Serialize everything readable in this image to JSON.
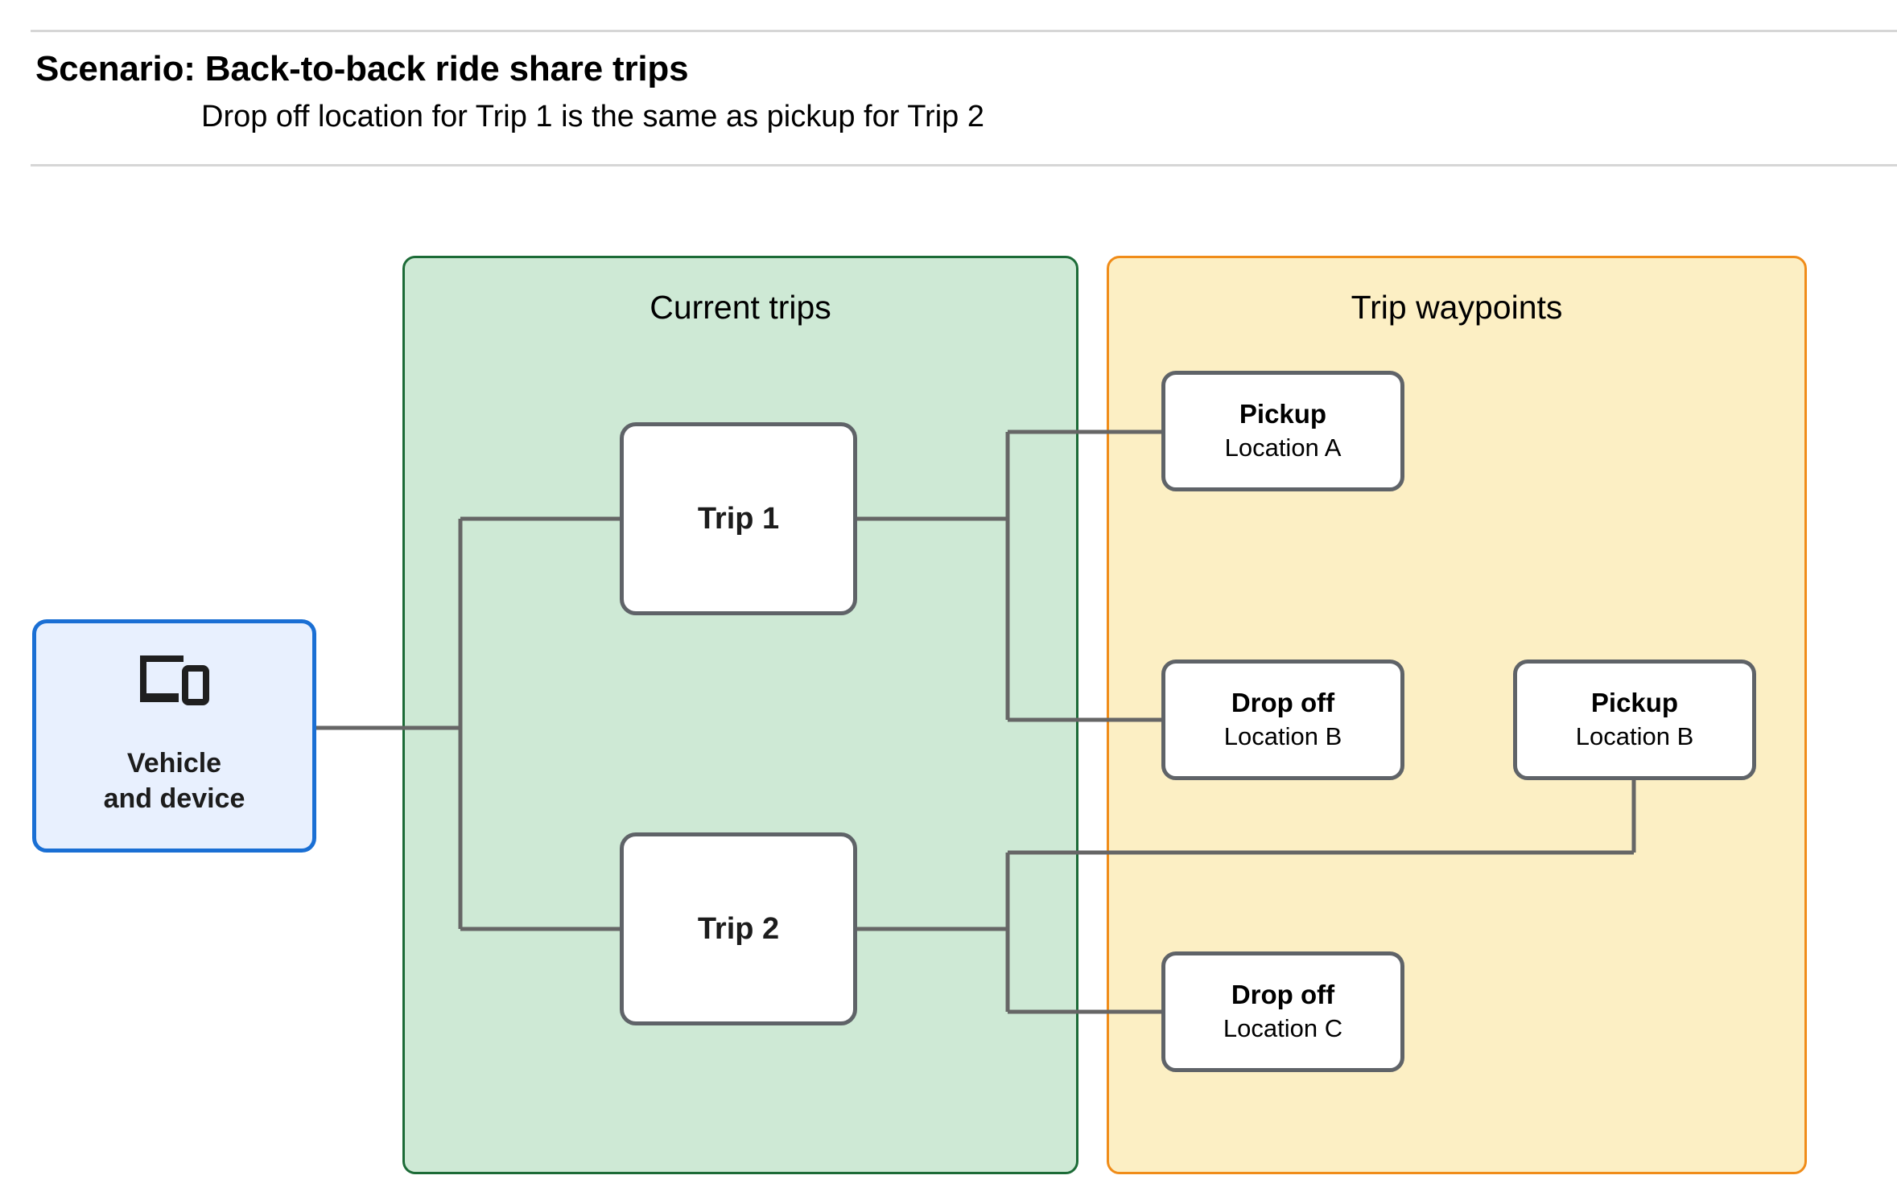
{
  "header": {
    "title": "Scenario: Back-to-back ride share trips",
    "subtitle": "Drop off  location for Trip 1 is the same as pickup for Trip 2"
  },
  "panels": {
    "current_trips": {
      "title": "Current trips",
      "fill": "#cee9d5",
      "border": "#1c6b37"
    },
    "trip_waypoints": {
      "title": "Trip waypoints",
      "fill": "#fcefc4",
      "border": "#f08c19"
    }
  },
  "vehicle": {
    "icon": "devices-icon",
    "line1": "Vehicle",
    "line2": "and device",
    "fill": "#e8f0fe",
    "border": "#1a6fd4"
  },
  "trips": [
    {
      "label": "Trip 1"
    },
    {
      "label": "Trip 2"
    }
  ],
  "waypoints": [
    {
      "id": "pickup-a",
      "title": "Pickup",
      "location": "Location A"
    },
    {
      "id": "dropoff-b",
      "title": "Drop off",
      "location": "Location B"
    },
    {
      "id": "pickup-b",
      "title": "Pickup",
      "location": "Location B"
    },
    {
      "id": "dropoff-c",
      "title": "Drop off",
      "location": "Location C"
    }
  ],
  "colors": {
    "connector": "#666666",
    "node_border": "#5f6368",
    "divider": "#d6d6d6"
  }
}
